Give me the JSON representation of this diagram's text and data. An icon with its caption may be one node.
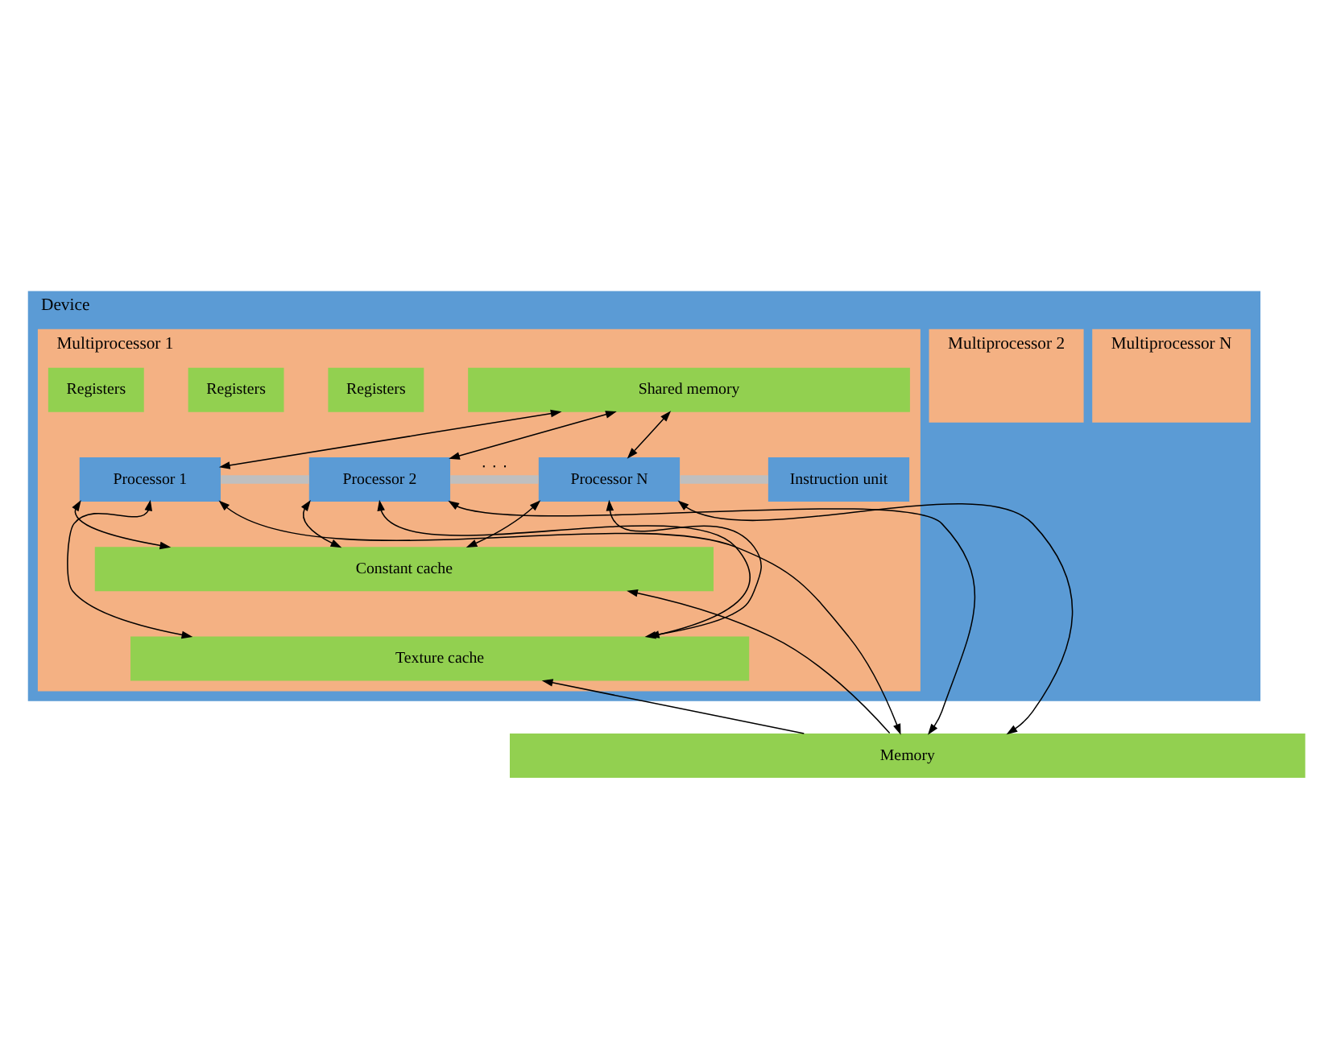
{
  "diagram": {
    "nodes": [
      {
        "text": [
          "Device"
        ]
      },
      {
        "text": [
          "Multiprocessor N"
        ],
        "in": 0
      },
      {
        "text": [
          "Multiprocessor 2"
        ],
        "in": 0
      },
      {
        "text": [
          "Multiprocessor 1"
        ],
        "in": 0
      },
      {
        "text": [
          "Shared memory"
        ],
        "in": 3
      },
      {
        "text": [
          "Registers"
        ],
        "in": 3
      },
      {
        "text": [
          "Processor 1"
        ],
        "in": 3
      },
      {
        "text": [
          "Registers"
        ],
        "in": 3
      },
      {
        "text": [
          "Processor 2"
        ],
        "in": 3
      },
      {
        "text": [
          "Registers"
        ],
        "in": 3
      },
      {
        "text": [
          "Processor N"
        ],
        "in": 3
      },
      {
        "text": [
          "Instruction unit"
        ],
        "in": 3
      },
      {
        "text": [
          "Constant cache"
        ],
        "in": 3
      },
      {
        "text": [
          "Texture cache"
        ],
        "in": 3
      },
      {
        "text": [
          "Memory"
        ]
      }
    ],
    "edges": [
      {
        "from": 4,
        "to": 6,
        "arrow": "both"
      },
      {
        "from": 4,
        "to": 8,
        "arrow": "both"
      },
      {
        "from": 4,
        "to": 10,
        "arrow": "both"
      },
      {
        "from": 6,
        "to": 8,
        "arrow": "none",
        "style": "thick",
        "color": "#bfbfbf"
      },
      {
        "from": 8,
        "to": 10,
        "arrow": "none",
        "style": "thick",
        "color": "#bfbfbf",
        "label": "· · ·"
      },
      {
        "from": 10,
        "to": 11,
        "arrow": "none",
        "style": "thick",
        "color": "#bfbfbf"
      },
      {
        "from": 6,
        "to": 12,
        "arrow": "both"
      },
      {
        "from": 6,
        "to": 13,
        "arrow": "both"
      },
      {
        "from": 6,
        "to": 14,
        "arrow": "both"
      },
      {
        "from": 8,
        "to": 12,
        "arrow": "both"
      },
      {
        "from": 8,
        "to": 13,
        "arrow": "both"
      },
      {
        "from": 8,
        "to": 14,
        "arrow": "both"
      },
      {
        "from": 10,
        "to": 12,
        "arrow": "both"
      },
      {
        "from": 10,
        "to": 13,
        "arrow": "both"
      },
      {
        "from": 10,
        "to": 14,
        "arrow": "both"
      },
      {
        "from": 14,
        "to": 12,
        "arrow": "to"
      },
      {
        "from": 14,
        "to": 13,
        "arrow": "to"
      }
    ]
  }
}
